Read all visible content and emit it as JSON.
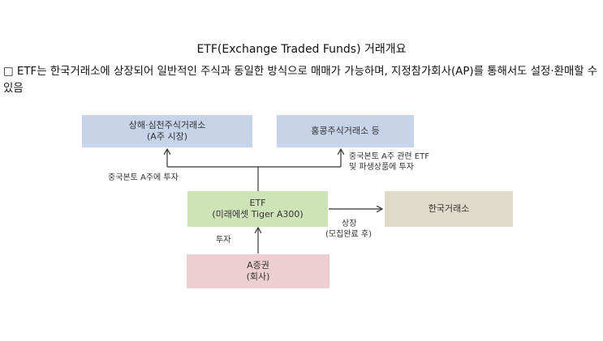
{
  "title": "ETF(Exchange Traded Funds) 거래개요",
  "description": "□ ETF는 한국거래소에 상장되어 일반적인 주식과 동일한 방식으로 매매가 가능하며, 지정참가회사(AP)를 통해서도 설정·환매할 수 있음",
  "diagram": {
    "shanghai": {
      "line1": "상해·심천주식거래소",
      "line2": "(A주 시장)"
    },
    "hongkong": {
      "line1": "홍콩주식거래소 등"
    },
    "etf": {
      "line1": "ETF",
      "line2": "(미래에셋 Tiger A300)"
    },
    "krx": {
      "line1": "한국거래소"
    },
    "securities": {
      "line1": "A증권",
      "line2": "(회사)"
    },
    "labels": {
      "invest_china": "중국본토 A주에 투자",
      "related_etf_line1": "중국본토 A주 관련 ETF",
      "related_etf_line2": "및 파생상품에 투자",
      "listing_line1": "상장",
      "listing_line2": "(모집완료 후)",
      "invest": "투자"
    }
  }
}
